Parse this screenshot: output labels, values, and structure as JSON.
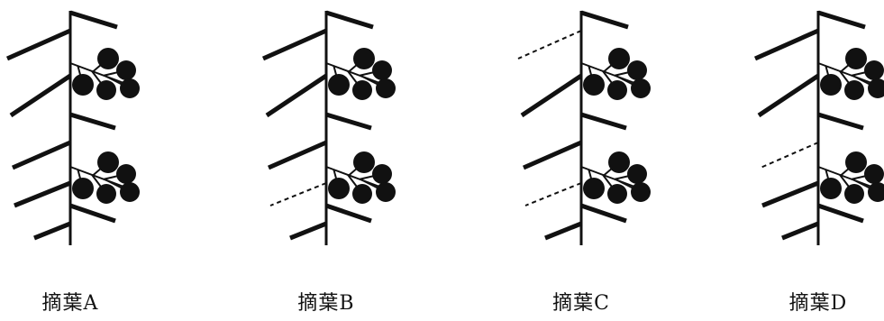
{
  "panels": [
    {
      "label": "摘葉A",
      "removed_leaves": []
    },
    {
      "label": "摘葉B",
      "removed_leaves": [
        3
      ]
    },
    {
      "label": "摘葉C",
      "removed_leaves": [
        0,
        3
      ]
    },
    {
      "label": "摘葉D",
      "removed_leaves": [
        2
      ]
    }
  ],
  "colors": {
    "ink": "#111111",
    "background": "#ffffff"
  }
}
